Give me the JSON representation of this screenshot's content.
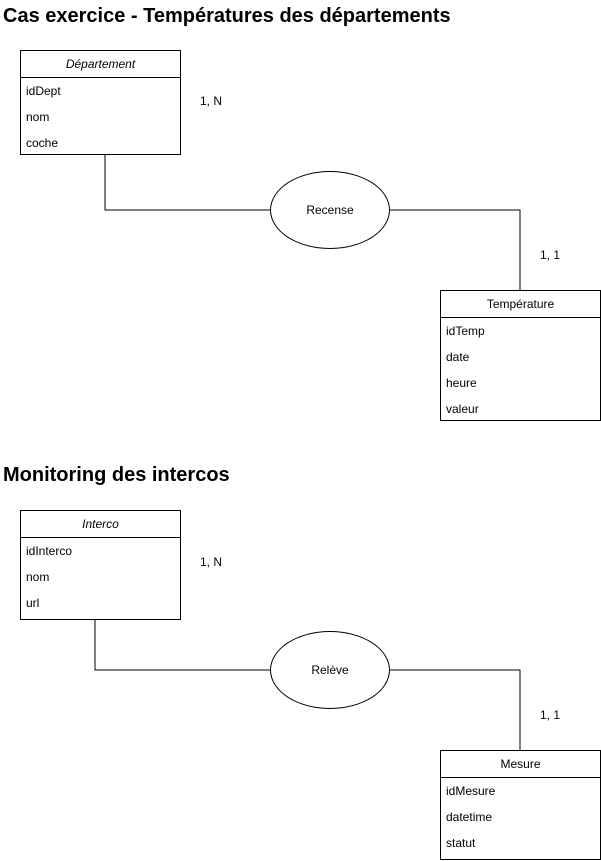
{
  "diagram1": {
    "title": "Cas exercice - Températures des départements",
    "entity_a": {
      "name": "Département",
      "attributes": [
        "idDept",
        "nom",
        "coche"
      ]
    },
    "relation": "Recense",
    "card_a": "1, N",
    "card_b": "1, 1",
    "entity_b": {
      "name": "Température",
      "attributes": [
        "idTemp",
        "date",
        "heure",
        "valeur"
      ]
    }
  },
  "diagram2": {
    "title": "Monitoring des intercos",
    "entity_a": {
      "name": "Interco",
      "attributes": [
        "idInterco",
        "nom",
        "url"
      ]
    },
    "relation": "Relève",
    "card_a": "1, N",
    "card_b": "1, 1",
    "entity_b": {
      "name": "Mesure",
      "attributes": [
        "idMesure",
        "datetime",
        "statut"
      ]
    }
  }
}
